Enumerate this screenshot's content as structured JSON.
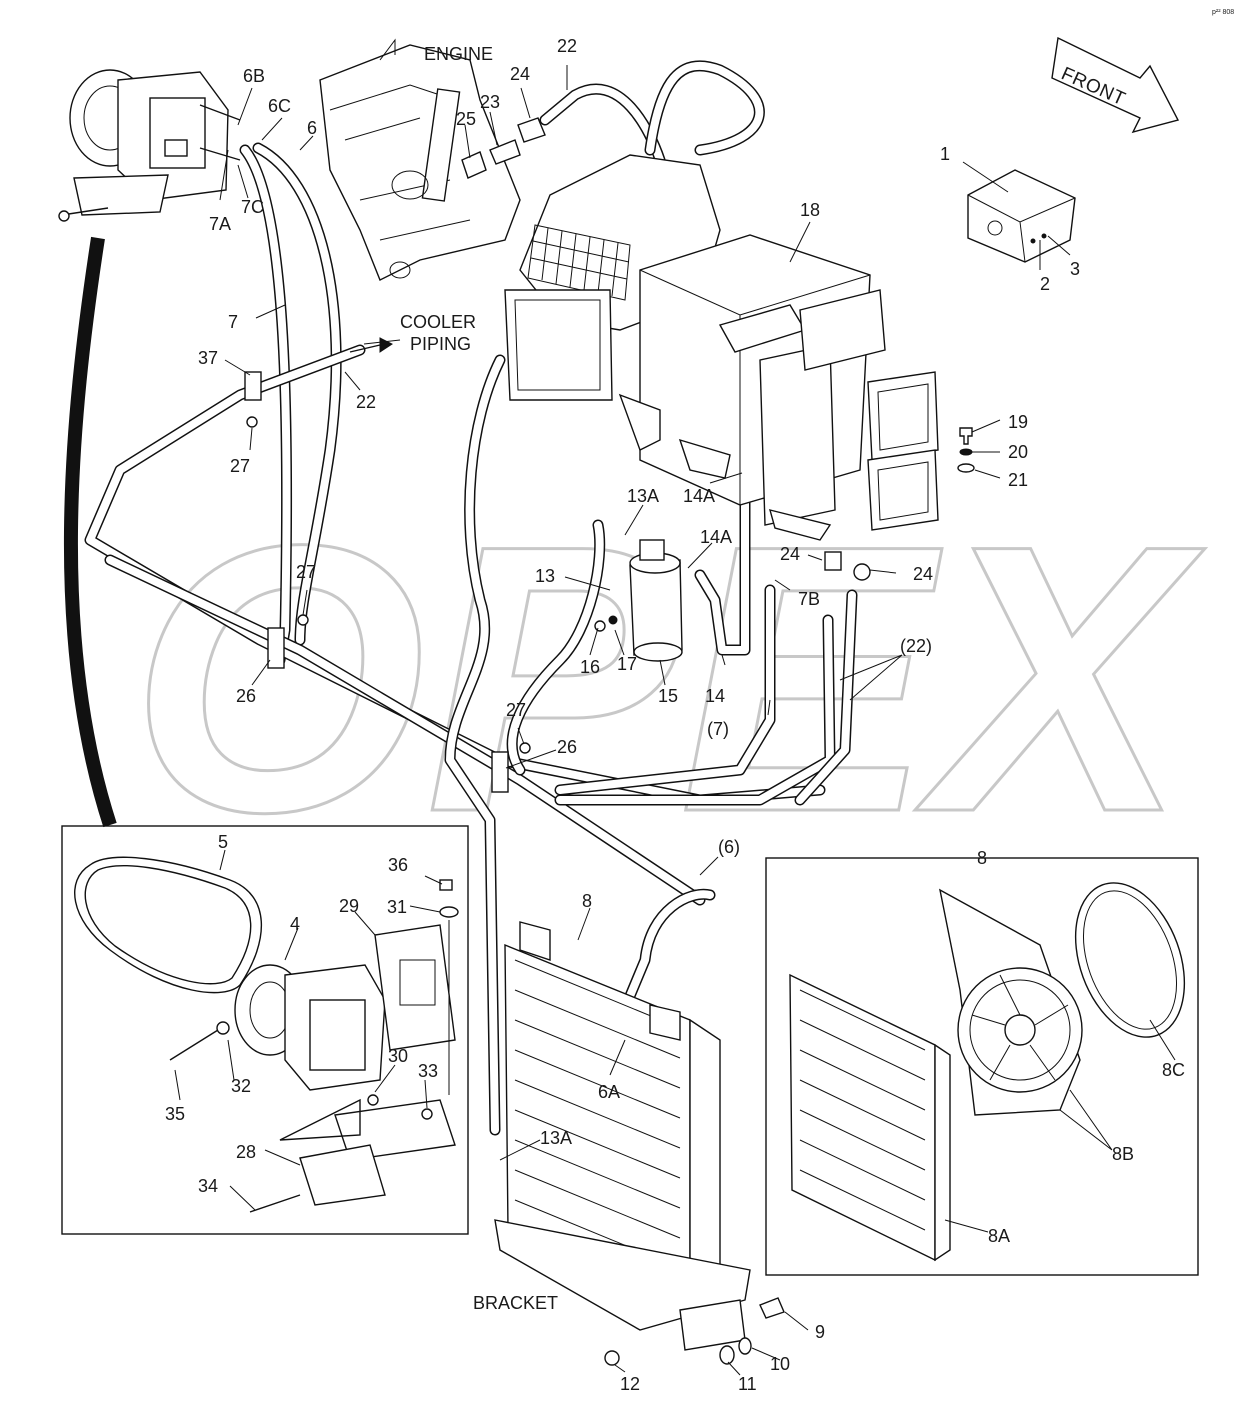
{
  "watermark": "OPEX",
  "corner_code": "p²² 808",
  "direction_arrow": "FRONT",
  "annotations": {
    "engine": "ENGINE",
    "cooler_piping_1": "COOLER",
    "cooler_piping_2": "PIPING",
    "bracket": "BRACKET"
  },
  "callouts": [
    "1",
    "2",
    "3",
    "4",
    "5",
    "6",
    "6A",
    "6B",
    "6C",
    "(6)",
    "7",
    "7A",
    "7B",
    "7C",
    "(7)",
    "8",
    "8",
    "8A",
    "8B",
    "8C",
    "9",
    "10",
    "11",
    "12",
    "13",
    "13A",
    "13A",
    "14",
    "14A",
    "14A",
    "15",
    "16",
    "17",
    "18",
    "19",
    "20",
    "21",
    "22",
    "22",
    "(22)",
    "23",
    "24",
    "24",
    "24",
    "25",
    "26",
    "26",
    "27",
    "27",
    "27",
    "28",
    "29",
    "30",
    "31",
    "32",
    "33",
    "34",
    "35",
    "36",
    "37"
  ]
}
